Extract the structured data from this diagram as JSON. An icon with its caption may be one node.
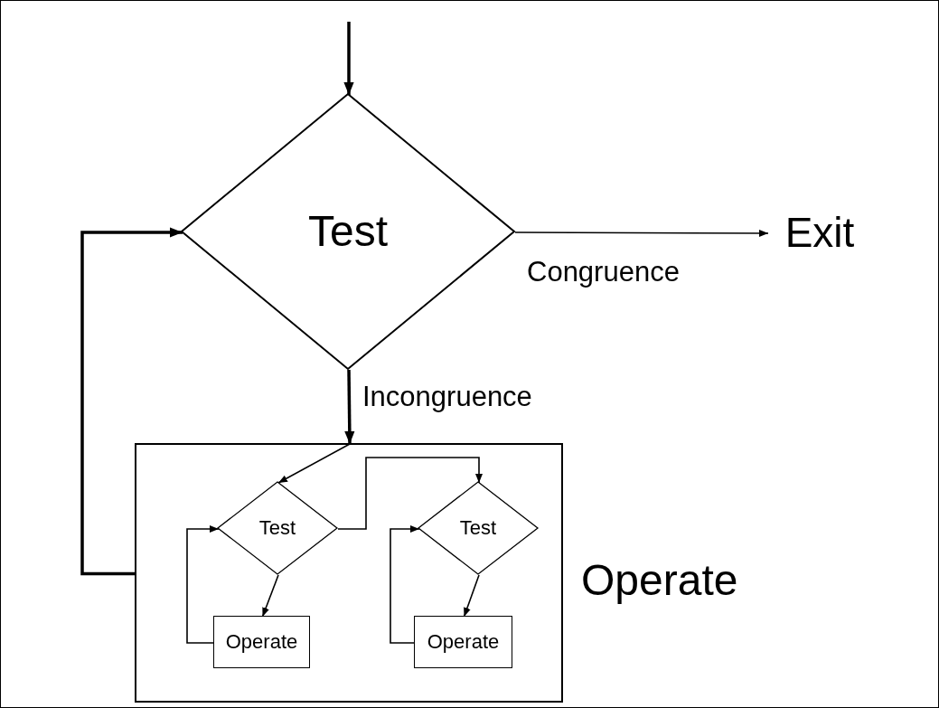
{
  "diagram": {
    "nodes": [
      {
        "text": [
          "Test"
        ]
      },
      {
        "text": [
          "Exit"
        ]
      },
      {
        "text": [
          "Operate"
        ]
      },
      {
        "text": [
          "Test"
        ],
        "in": 2
      },
      {
        "text": [
          "Operate"
        ],
        "in": 2
      },
      {
        "text": [
          "Test"
        ],
        "in": 2
      },
      {
        "text": [
          "Operate"
        ],
        "in": 2
      }
    ],
    "edges": [
      {
        "from": null,
        "to": 0,
        "arrow": "to",
        "style": "thick"
      },
      {
        "from": 0,
        "to": 1,
        "arrow": "to",
        "label": "Congruence"
      },
      {
        "from": 0,
        "to": 2,
        "arrow": "to",
        "label": "Incongruence",
        "style": "thick"
      },
      {
        "from": 2,
        "to": 0,
        "arrow": "to",
        "style": "thick"
      },
      {
        "from": 2,
        "to": 3,
        "arrow": "to"
      },
      {
        "from": 3,
        "to": 4,
        "arrow": "to"
      },
      {
        "from": 4,
        "to": 3,
        "arrow": "to"
      },
      {
        "from": 3,
        "to": 5,
        "arrow": "to"
      },
      {
        "from": 5,
        "to": 6,
        "arrow": "to"
      },
      {
        "from": 6,
        "to": 5,
        "arrow": "to"
      }
    ]
  }
}
